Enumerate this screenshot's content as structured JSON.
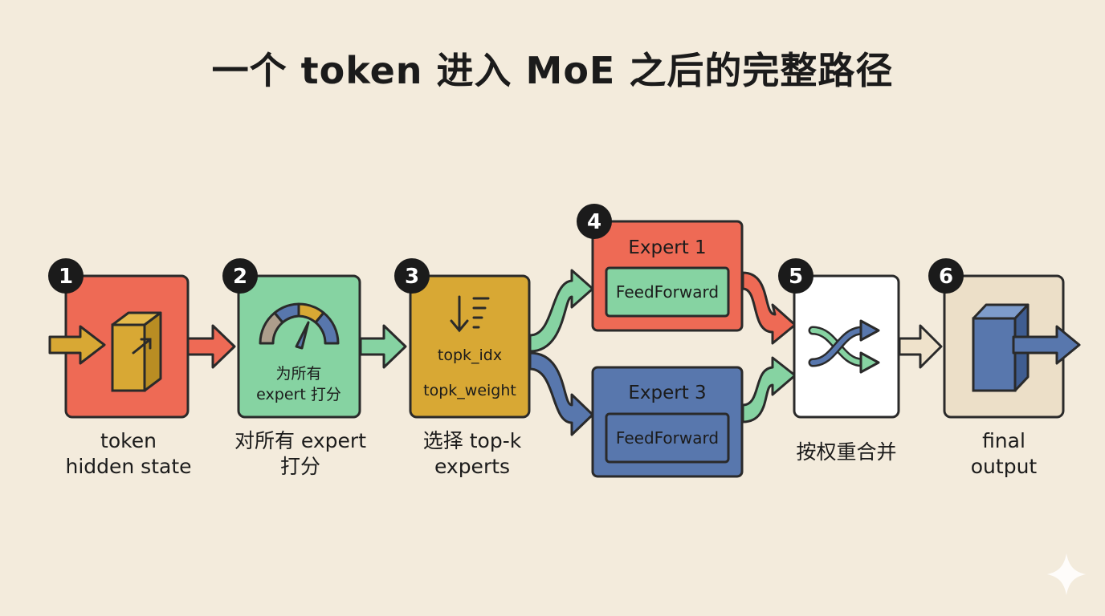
{
  "title": "一个 token 进入 MoE 之后的完整路径",
  "colors": {
    "red": "#ee6a55",
    "green": "#86d3a2",
    "yellow": "#d8a834",
    "blue": "#5877ad",
    "white": "#ffffff",
    "beige": "#ecdfc8",
    "outline": "#2a2a2a",
    "background": "#f3ebdc"
  },
  "steps": [
    {
      "number": "1",
      "caption_lines": [
        "token",
        "hidden state"
      ],
      "icon": "token-block-icon"
    },
    {
      "number": "2",
      "inner_lines": [
        "为所有",
        "expert 打分"
      ],
      "caption_lines": [
        "对所有 expert",
        "打分"
      ],
      "icon": "gauge-icon"
    },
    {
      "number": "3",
      "inner_lines": [
        "topk_idx",
        "topk_weight"
      ],
      "caption_lines": [
        "选择 top-k",
        "experts"
      ],
      "icon": "sort-descending-icon"
    },
    {
      "number": "4",
      "experts": [
        {
          "name": "Expert 1",
          "module": "FeedForward"
        },
        {
          "name": "Expert 3",
          "module": "FeedForward"
        }
      ]
    },
    {
      "number": "5",
      "caption_lines": [
        "按权重合并"
      ],
      "icon": "shuffle-merge-icon"
    },
    {
      "number": "6",
      "caption_lines": [
        "final",
        "output"
      ],
      "icon": "output-block-icon"
    }
  ]
}
